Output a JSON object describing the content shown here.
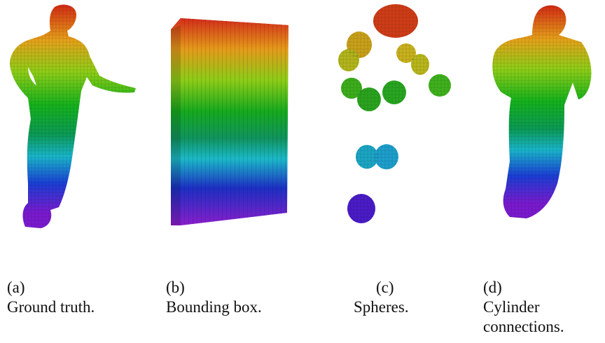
{
  "figure": {
    "panels": [
      {
        "id": "a",
        "label": "(a)",
        "caption": "Ground truth."
      },
      {
        "id": "b",
        "label": "(b)",
        "caption": "Bounding box."
      },
      {
        "id": "c",
        "label": "(c)",
        "caption": "Spheres."
      },
      {
        "id": "d",
        "label": "(d)",
        "caption": "Cylinder connections."
      }
    ],
    "colormap": [
      "#d42a14",
      "#e7a21a",
      "#8fcf17",
      "#15b31c",
      "#0b9b55",
      "#19b6cc",
      "#1a3fd6",
      "#7a1ad0"
    ]
  }
}
